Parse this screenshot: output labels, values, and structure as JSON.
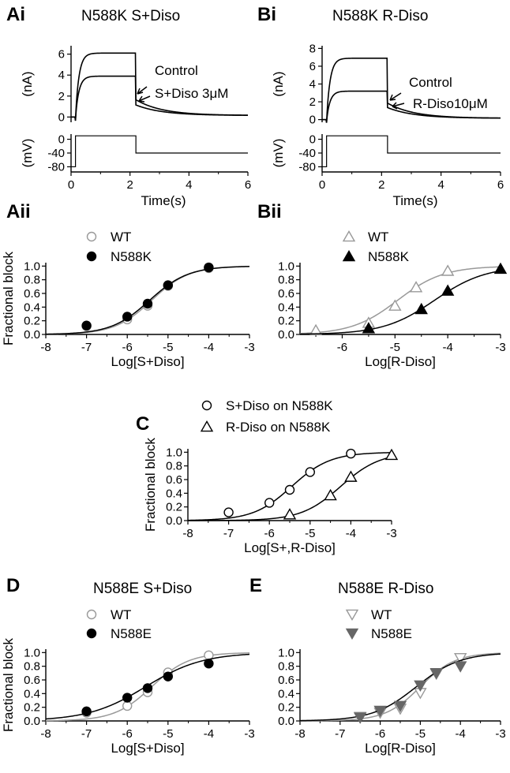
{
  "chart_data": [
    {
      "id": "Ai",
      "panel_label": "Ai",
      "type": "line",
      "title": "N588K S+Diso",
      "current": {
        "ylabel": "(nA)",
        "ylim": [
          -0.5,
          6.8
        ],
        "yticks": [
          "0",
          "2",
          "4",
          "6"
        ],
        "series": [
          {
            "name": "Control",
            "plateau": 6.1,
            "tail_peak": 1.5,
            "tail_tau": 0.9
          },
          {
            "name": "S+Diso 3μM",
            "plateau": 3.9,
            "tail_peak": 1.0,
            "tail_tau": 0.9
          }
        ]
      },
      "voltage": {
        "ylabel": "(mV)",
        "ylim": [
          -95,
          15
        ],
        "yticks": [
          "0",
          "-40",
          "-80"
        ],
        "protocol": [
          {
            "t": 0,
            "v": -80
          },
          {
            "t": 0.15,
            "v": 10
          },
          {
            "t": 2.2,
            "v": -40
          },
          {
            "t": 6,
            "v": -40
          }
        ]
      },
      "xlabel": "Time(s)",
      "xlim": [
        0,
        6
      ],
      "xticks": [
        "0",
        "2",
        "4",
        "6"
      ]
    },
    {
      "id": "Bi",
      "panel_label": "Bi",
      "type": "line",
      "title": "N588K R-Diso",
      "current": {
        "ylabel": "(nA)",
        "ylim": [
          -0.3,
          8.3
        ],
        "yticks": [
          "0",
          "2",
          "4",
          "6",
          "8"
        ],
        "series": [
          {
            "name": "Control",
            "plateau": 6.9,
            "tail_peak": 1.7,
            "tail_tau": 0.9
          },
          {
            "name": "R-Diso10μM",
            "plateau": 3.2,
            "tail_peak": 1.2,
            "tail_tau": 0.9
          }
        ]
      },
      "voltage": {
        "ylabel": "(mV)",
        "ylim": [
          -95,
          15
        ],
        "yticks": [
          "0",
          "-40",
          "-80"
        ],
        "protocol": [
          {
            "t": 0,
            "v": -80
          },
          {
            "t": 0.15,
            "v": 10
          },
          {
            "t": 2.2,
            "v": -40
          },
          {
            "t": 6,
            "v": -40
          }
        ]
      },
      "xlabel": "Time(s)",
      "xlim": [
        0,
        6
      ],
      "xticks": [
        "0",
        "2",
        "4",
        "6"
      ]
    },
    {
      "id": "Aii",
      "panel_label": "Aii",
      "type": "scatter",
      "xlabel": "Log[S+Diso]",
      "ylabel": "Fractional block",
      "xlim": [
        -8,
        -3
      ],
      "ylim": [
        0,
        1.05
      ],
      "xticks": [
        "-8",
        "-7",
        "-6",
        "-5",
        "-4",
        "-3"
      ],
      "yticks": [
        "0.0",
        "0.2",
        "0.4",
        "0.6",
        "0.8",
        "1.0"
      ],
      "series": [
        {
          "name": "WT",
          "marker": "circle-open",
          "color": "#999999",
          "x": [
            -7,
            -6,
            -5.5,
            -5,
            -4
          ],
          "y": [
            0.12,
            0.22,
            0.42,
            0.71,
            0.97
          ],
          "fit": {
            "ic50_log": -5.4,
            "hill": 0.95
          }
        },
        {
          "name": "N588K",
          "marker": "circle-filled",
          "color": "#000000",
          "x": [
            -7,
            -6,
            -5.5,
            -5,
            -4
          ],
          "y": [
            0.13,
            0.26,
            0.45,
            0.72,
            0.98
          ],
          "fit": {
            "ic50_log": -5.45,
            "hill": 0.92
          }
        }
      ]
    },
    {
      "id": "Bii",
      "panel_label": "Bii",
      "type": "scatter",
      "xlabel": "Log[R-Diso]",
      "ylabel": "",
      "xlim": [
        -6.8,
        -3
      ],
      "ylim": [
        0,
        1.05
      ],
      "xticks": [
        "-6",
        "-5",
        "-4",
        "-3"
      ],
      "yticks": [
        "0.0",
        "0.2",
        "0.4",
        "0.6",
        "0.8",
        "1.0"
      ],
      "series": [
        {
          "name": "WT",
          "marker": "triangle-open",
          "color": "#999999",
          "x": [
            -6.5,
            -5.5,
            -5,
            -4.6,
            -4
          ],
          "y": [
            0.06,
            0.17,
            0.42,
            0.69,
            0.93
          ],
          "fit": {
            "ic50_log": -4.95,
            "hill": 1.0
          }
        },
        {
          "name": "N588K",
          "marker": "triangle-filled",
          "color": "#000000",
          "x": [
            -5.5,
            -4.5,
            -4,
            -3
          ],
          "y": [
            0.09,
            0.37,
            0.64,
            0.96
          ],
          "fit": {
            "ic50_log": -4.25,
            "hill": 0.9
          }
        }
      ]
    },
    {
      "id": "C",
      "panel_label": "C",
      "type": "scatter",
      "xlabel": "Log[S+,R-Diso]",
      "ylabel": "Fractional block",
      "xlim": [
        -8,
        -3
      ],
      "ylim": [
        0,
        1.05
      ],
      "xticks": [
        "-8",
        "-7",
        "-6",
        "-5",
        "-4",
        "-3"
      ],
      "yticks": [
        "0.0",
        "0.2",
        "0.4",
        "0.6",
        "0.8",
        "1.0"
      ],
      "series": [
        {
          "name": "S+Diso on N588K",
          "marker": "circle-open",
          "color": "#000000",
          "x": [
            -7,
            -6,
            -5.5,
            -5,
            -4
          ],
          "y": [
            0.12,
            0.26,
            0.45,
            0.71,
            0.98
          ],
          "fit": {
            "ic50_log": -5.45,
            "hill": 0.92
          }
        },
        {
          "name": "R-Diso on N588K",
          "marker": "triangle-open",
          "color": "#000000",
          "x": [
            -5.5,
            -4.5,
            -4,
            -3
          ],
          "y": [
            0.09,
            0.37,
            0.64,
            0.96
          ],
          "fit": {
            "ic50_log": -4.25,
            "hill": 0.9
          }
        }
      ]
    },
    {
      "id": "D",
      "panel_label": "D",
      "type": "scatter",
      "title": "N588E S+Diso",
      "xlabel": "Log[S+Diso]",
      "ylabel": "Fractional block",
      "xlim": [
        -8,
        -3
      ],
      "ylim": [
        0,
        1.05
      ],
      "xticks": [
        "-8",
        "-7",
        "-6",
        "-5",
        "-4",
        "-3"
      ],
      "yticks": [
        "0.0",
        "0.2",
        "0.4",
        "0.6",
        "0.8",
        "1.0"
      ],
      "series": [
        {
          "name": "WT",
          "marker": "circle-open",
          "color": "#999999",
          "x": [
            -7,
            -6,
            -5.5,
            -5,
            -4
          ],
          "y": [
            0.12,
            0.22,
            0.42,
            0.71,
            0.96
          ],
          "fit": {
            "ic50_log": -5.4,
            "hill": 0.95
          }
        },
        {
          "name": "N588E",
          "marker": "circle-filled",
          "color": "#000000",
          "x": [
            -7,
            -6,
            -5.5,
            -5,
            -4
          ],
          "y": [
            0.14,
            0.34,
            0.48,
            0.65,
            0.84
          ],
          "fit": {
            "ic50_log": -5.55,
            "hill": 0.62
          }
        }
      ]
    },
    {
      "id": "E",
      "panel_label": "E",
      "type": "scatter",
      "title": "N588E R-Diso",
      "xlabel": "Log[R-Diso]",
      "ylabel": "",
      "xlim": [
        -8,
        -3
      ],
      "ylim": [
        0,
        1.05
      ],
      "xticks": [
        "-8",
        "-7",
        "-6",
        "-5",
        "-4",
        "-3"
      ],
      "yticks": [
        "0.0",
        "0.2",
        "0.4",
        "0.6",
        "0.8",
        "1.0"
      ],
      "series": [
        {
          "name": "WT",
          "marker": "triangle-down-open",
          "color": "#999999",
          "x": [
            -6.5,
            -6,
            -5.5,
            -5,
            -4.6,
            -4
          ],
          "y": [
            0.06,
            0.12,
            0.18,
            0.41,
            0.69,
            0.92
          ],
          "fit": {
            "ic50_log": -5.0,
            "hill": 1.0
          }
        },
        {
          "name": "N588E",
          "marker": "triangle-down-filled",
          "color": "#666666",
          "x": [
            -6.5,
            -6,
            -5.5,
            -5,
            -4.6,
            -4
          ],
          "y": [
            0.05,
            0.15,
            0.22,
            0.52,
            0.7,
            0.8
          ],
          "fit": {
            "ic50_log": -5.1,
            "hill": 0.8
          }
        }
      ]
    }
  ]
}
